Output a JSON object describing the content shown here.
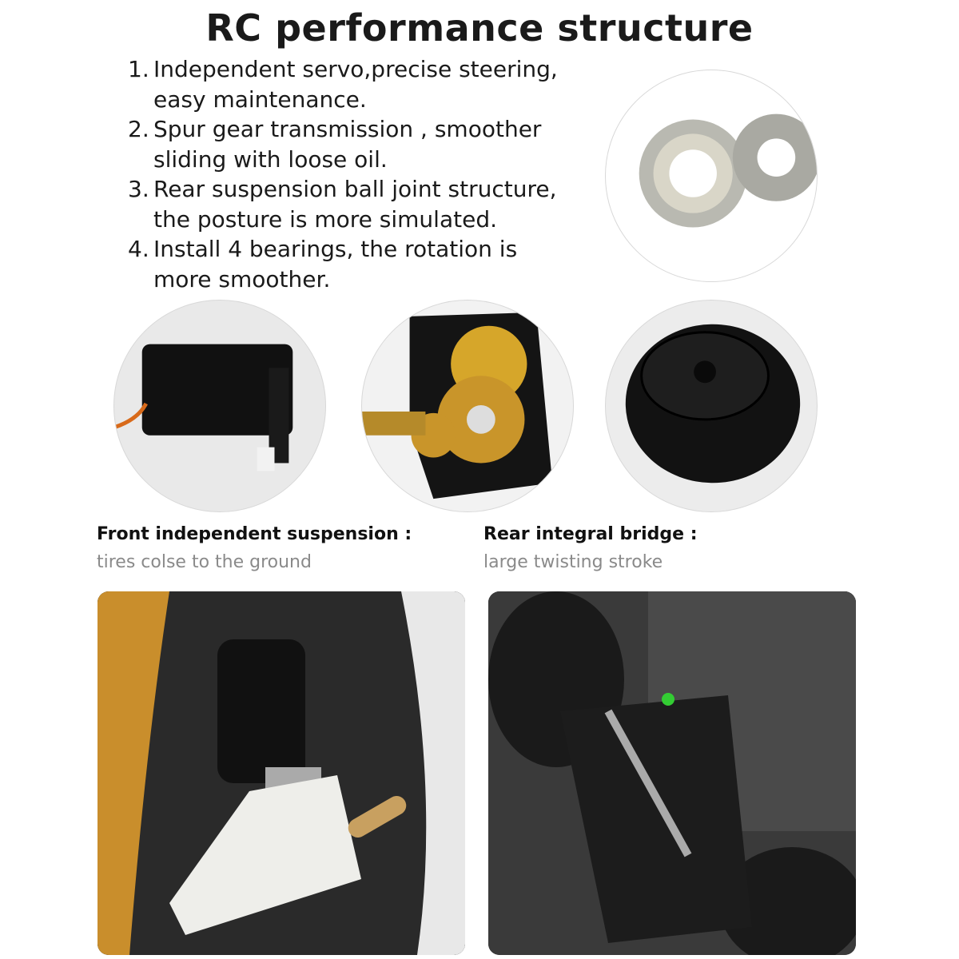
{
  "title": "RC performance structure",
  "features": [
    {
      "num": "1.",
      "lines": [
        "Independent servo,precise steering,",
        "easy maintenance."
      ]
    },
    {
      "num": "2.",
      "lines": [
        "Spur gear transmission , smoother",
        "sliding with loose oil."
      ]
    },
    {
      "num": "3.",
      "lines": [
        "Rear suspension ball joint structure,",
        "the posture is more simulated."
      ]
    },
    {
      "num": "4.",
      "lines": [
        "Install 4 bearings, the rotation is",
        "more smoother."
      ]
    }
  ],
  "captions": {
    "front": {
      "heading": "Front independent suspension :",
      "sub": "tires colse to the ground"
    },
    "rear": {
      "heading": "Rear integral bridge :",
      "sub": "large twisting stroke"
    }
  }
}
